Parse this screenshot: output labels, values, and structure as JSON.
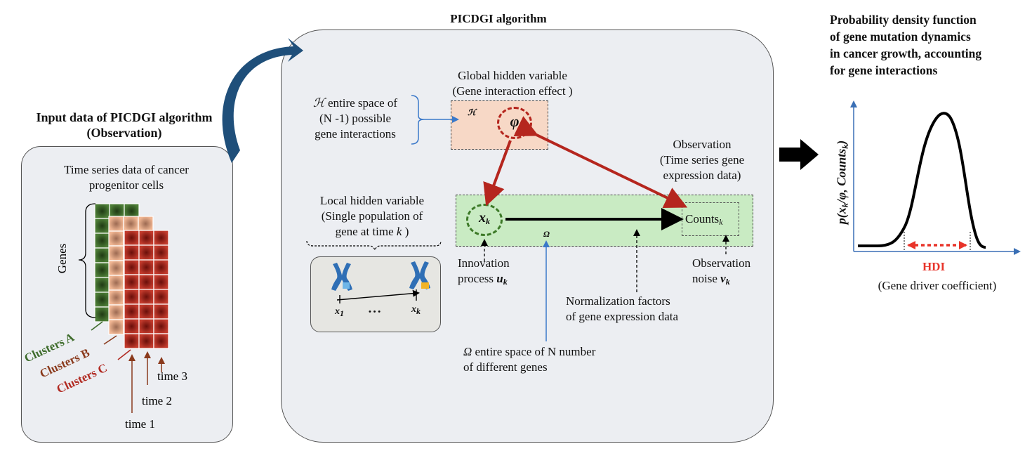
{
  "input_panel": {
    "title_line1": "Input data of PICDGI algorithm",
    "title_line2": "(Observation)",
    "subtitle_line1": "Time series data of cancer",
    "subtitle_line2": "progenitor cells",
    "genes_label": "Genes",
    "clusters": [
      "Clusters A",
      "Clusters B",
      "Clusters C"
    ],
    "times": [
      "time 3",
      "time 2",
      "time 1"
    ],
    "colors": {
      "cluster_a": "#3d6b2a",
      "cluster_b": "#e2a07a",
      "cluster_c": "#b12a22"
    }
  },
  "algorithm_panel": {
    "title": "PICDGI algorithm",
    "global_hidden_line1": "Global hidden variable",
    "global_hidden_line2": "(Gene interaction effect )",
    "h_desc_line1": "entire space of",
    "h_desc_symbol": "ℋ",
    "h_desc_line2": "(N -1) possible",
    "h_desc_line3": "gene interactions",
    "h_symbol": "ℋ",
    "phi_symbol": "φ",
    "observation_line1": "Observation",
    "observation_line2": "(Time series gene",
    "observation_line3": "expression data)",
    "local_hidden_line1": "Local hidden variable",
    "local_hidden_line2": "(Single population of",
    "local_hidden_line3": "gene at time",
    "local_hidden_k": "k",
    "x_symbol": "x",
    "x_sub": "k",
    "omega_symbol": "Ω",
    "counts_label": "Counts",
    "counts_sub": "k",
    "x1_label": "x",
    "x1_sub": "1",
    "xk_label": "x",
    "xk_sub": "k",
    "dots": "• • •",
    "innovation_line1": "Innovation",
    "innovation_line2": "process",
    "innovation_sym": "u",
    "innovation_sub": "k",
    "observation_noise_line1": "Observation",
    "observation_noise_line2": "noise",
    "observation_noise_sym": "v",
    "observation_noise_sub": "k",
    "normalization_line1": "Normalization factors",
    "normalization_line2": "of gene expression data",
    "omega_desc_line1": "entire space of N number",
    "omega_desc_line2": "of different genes",
    "colors": {
      "panel": "#eceef2",
      "global_box": "#f7d8c6",
      "local_box": "#c9ebc3",
      "arrow_red": "#b5261e",
      "phi_circle": "#b5261e",
      "x_circle": "#3d7a28",
      "omega_line": "#3a78c9"
    }
  },
  "output": {
    "title_line1": "Probability density function",
    "title_line2": "of gene mutation dynamics",
    "title_line3": "in cancer growth, accounting",
    "title_line4": "for gene interactions",
    "ylabel": "p(x_k/φ, Counts_k)",
    "hdi_label": "HDI",
    "hdi_caption": "(Gene driver coefficient)",
    "colors": {
      "hdi": "#e8342a",
      "axis": "#3a6fb5"
    }
  }
}
